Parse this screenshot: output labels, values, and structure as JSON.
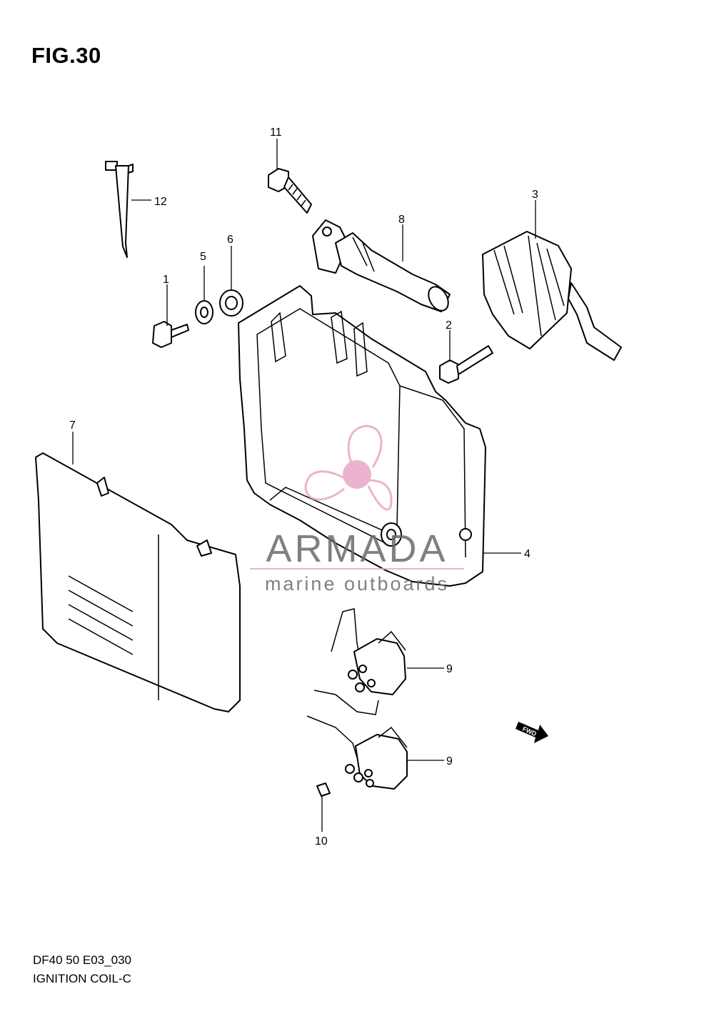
{
  "figure": {
    "title": "FIG.30",
    "model_code": "DF40 50 E03_030",
    "section_name": "IGNITION COIL-C"
  },
  "callouts": {
    "c1": "1",
    "c2": "2",
    "c3": "3",
    "c4": "4",
    "c5": "5",
    "c6": "6",
    "c7": "7",
    "c8": "8",
    "c9a": "9",
    "c9b": "9",
    "c10": "10",
    "c11": "11",
    "c12": "12"
  },
  "direction_marker": "FWD",
  "watermark": {
    "brand": "ARMADA",
    "tagline": "marine outboards",
    "accent_color": "#e8a6c6",
    "text_color": "#6b6b6b"
  }
}
